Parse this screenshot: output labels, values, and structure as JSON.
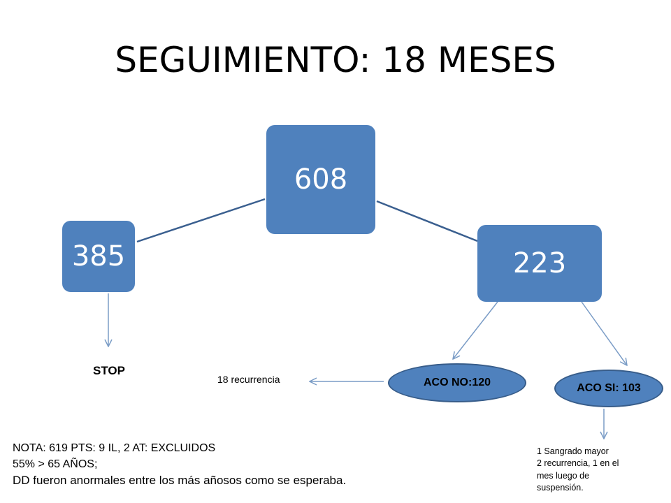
{
  "title": "SEGUIMIENTO: 18 MESES",
  "nodes": {
    "total": "608",
    "left": "385",
    "right": "223",
    "stop": "STOP",
    "aco_no": "ACO NO:120",
    "aco_si": "ACO SI: 103",
    "aco_no_result": "18 recurrencia",
    "aco_si_result": [
      "1 Sangrado mayor",
      "2 recurrencia, 1 en el",
      "mes luego de",
      "suspensión."
    ]
  },
  "note": {
    "line1": "NOTA: 619 PTS: 9 IL, 2 AT: EXCLUIDOS",
    "line2": "55% > 65 AÑOS;",
    "line3": "DD fueron anormales entre los más añosos como se esperaba."
  },
  "colors": {
    "box_fill": "#4f81bd",
    "connector": "#3a5f8f",
    "arrow": "#7a9cc6",
    "ellipse_border": "#385d8a"
  }
}
